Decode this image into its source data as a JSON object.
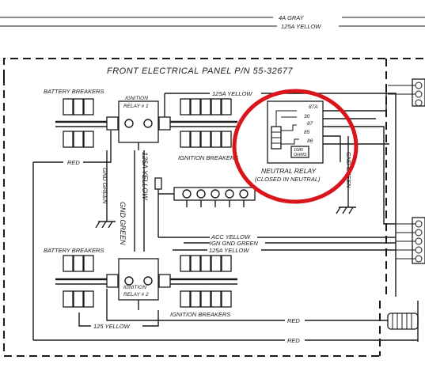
{
  "panel": {
    "title": "FRONT ELECTRICAL PANEL P/N 55-32677"
  },
  "top_wires": {
    "gray": "4A GRAY",
    "yellow": "125A YELLOW"
  },
  "labels": {
    "battery_breakers_top": "BATTERY BREAKERS",
    "battery_breakers_bottom": "BATTERY BREAKERS",
    "ignition_relay_1_a": "IGNITION",
    "ignition_relay_1_b": "RELAY # 1",
    "ignition_relay_2_a": "IGNITION",
    "ignition_relay_2_b": "RELAY # 2",
    "ignition_breakers_top": "IGNITION BREAKERS",
    "ignition_breakers_bottom": "IGNITION BREAKERS",
    "yellow_125a_top": "125A YELLOW",
    "yellow_125a_vertical": "125A YELLOW",
    "gnd_green_left": "GND GREEN",
    "gnd_green_center": "GND GREEN",
    "gnd_green_right": "GND GREEN",
    "red_top": "RED",
    "acc_yellow": "ACC YELLOW",
    "ign_gnd_green": "IGN GND GREEN",
    "yellow_125a_mid": "125A YELLOW",
    "yellow_125_bottom": "125 YELLOW",
    "red_bottom_1": "RED",
    "red_bottom_2": "RED"
  },
  "neutral_relay": {
    "title": "NEUTRAL RELAY",
    "subtitle": "(CLOSED IN NEUTRAL)",
    "terminals": [
      "87A",
      "30",
      "87",
      "85",
      "86"
    ],
    "resistor_a": "1680",
    "resistor_b": "OHMS"
  },
  "highlight": {
    "color": "#d9141b"
  }
}
